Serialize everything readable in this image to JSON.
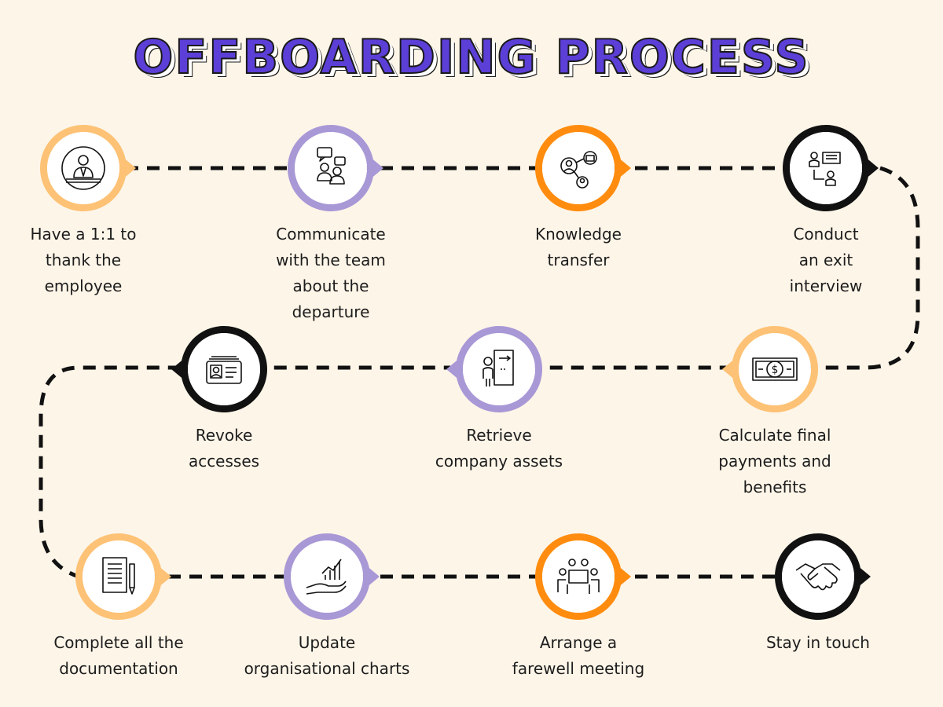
{
  "title": "OFFBOARDING PROCESS",
  "colors": {
    "background": "#fdf5e8",
    "title_fill": "#5b3fd6",
    "light_orange": "#fdc275",
    "lavender": "#a898d6",
    "orange": "#ff8c0f",
    "black": "#111111"
  },
  "steps": [
    {
      "lines": [
        "Have a 1:1 to",
        "thank the",
        "employee"
      ],
      "ring": "light_orange",
      "icon": "employee-desk-icon"
    },
    {
      "lines": [
        "Communicate",
        "with the team",
        "about the",
        "departure"
      ],
      "ring": "lavender",
      "icon": "team-chat-icon"
    },
    {
      "lines": [
        "Knowledge",
        "transfer"
      ],
      "ring": "orange",
      "icon": "network-share-icon"
    },
    {
      "lines": [
        "Conduct",
        "an exit",
        "interview"
      ],
      "ring": "black",
      "icon": "interview-icon"
    },
    {
      "lines": [
        "Calculate final",
        "payments and",
        "benefits"
      ],
      "ring": "light_orange",
      "icon": "money-bill-icon"
    },
    {
      "lines": [
        "Retrieve",
        "company assets"
      ],
      "ring": "lavender",
      "icon": "exit-door-icon"
    },
    {
      "lines": [
        "Revoke",
        "accesses"
      ],
      "ring": "black",
      "icon": "id-card-icon"
    },
    {
      "lines": [
        "Complete all the",
        "documentation"
      ],
      "ring": "light_orange",
      "icon": "document-pencil-icon"
    },
    {
      "lines": [
        "Update",
        "organisational charts"
      ],
      "ring": "lavender",
      "icon": "chart-hand-icon"
    },
    {
      "lines": [
        "Arrange a",
        "farewell meeting"
      ],
      "ring": "orange",
      "icon": "meeting-table-icon"
    },
    {
      "lines": [
        "Stay in touch"
      ],
      "ring": "black",
      "icon": "handshake-icon"
    }
  ]
}
